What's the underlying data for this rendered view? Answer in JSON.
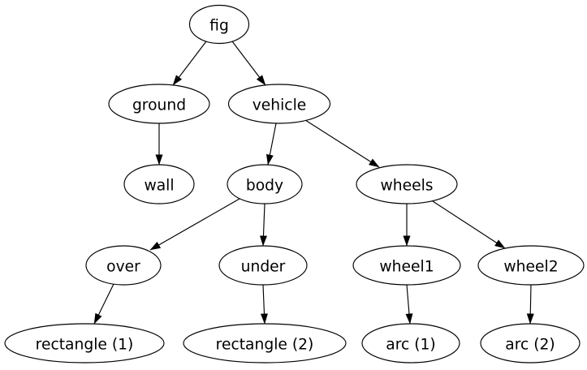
{
  "diagram": {
    "type": "directed-tree-graph",
    "background_color": "#ffffff",
    "node_fill_color": "#ffffff",
    "node_border_color": "#000000",
    "edge_color": "#000000",
    "text_color": "#000000",
    "nodes": {
      "fig": "fig",
      "ground": "ground",
      "vehicle": "vehicle",
      "wall": "wall",
      "body": "body",
      "wheels": "wheels",
      "over": "over",
      "under": "under",
      "wheel1": "wheel1",
      "wheel2": "wheel2",
      "rectangle1": "rectangle (1)",
      "rectangle2": "rectangle (2)",
      "arc1": "arc (1)",
      "arc2": "arc (2)"
    },
    "edges": [
      {
        "from": "fig",
        "to": "ground"
      },
      {
        "from": "fig",
        "to": "vehicle"
      },
      {
        "from": "ground",
        "to": "wall"
      },
      {
        "from": "vehicle",
        "to": "body"
      },
      {
        "from": "vehicle",
        "to": "wheels"
      },
      {
        "from": "body",
        "to": "over"
      },
      {
        "from": "body",
        "to": "under"
      },
      {
        "from": "wheels",
        "to": "wheel1"
      },
      {
        "from": "wheels",
        "to": "wheel2"
      },
      {
        "from": "over",
        "to": "rectangle1"
      },
      {
        "from": "under",
        "to": "rectangle2"
      },
      {
        "from": "wheel1",
        "to": "arc1"
      },
      {
        "from": "wheel2",
        "to": "arc2"
      }
    ]
  }
}
